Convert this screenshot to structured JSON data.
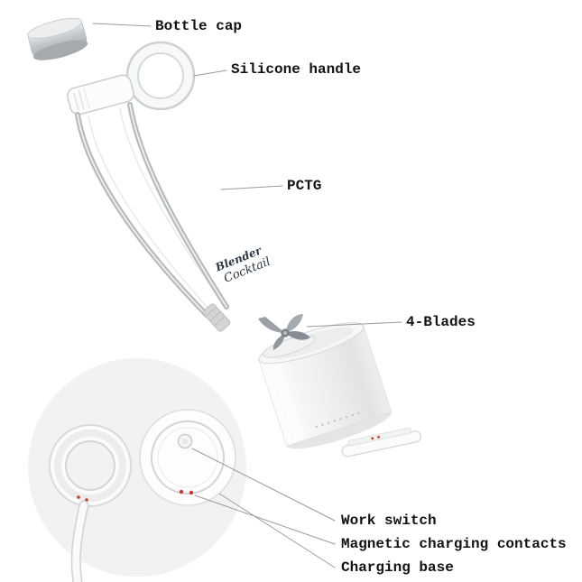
{
  "product_diagram": {
    "labels": {
      "bottle_cap": "Bottle cap",
      "silicone_handle": "Silicone handle",
      "pctg": "PCTG",
      "blades": "4-Blades",
      "work_switch": "Work switch",
      "magnetic_charging_contacts": "Magnetic charging contacts",
      "charging_base": "Charging base"
    },
    "brand_logo": {
      "line1": "Blender",
      "line2": "Cocktail"
    },
    "colors": {
      "background": "#ffffff",
      "label_text": "#121212",
      "callout_line": "#9b9b9b",
      "backdrop_circle": "#f2f2f3",
      "charging_contact_dot": "#c63b2f",
      "metal_silver": "#b9bdc0"
    }
  }
}
